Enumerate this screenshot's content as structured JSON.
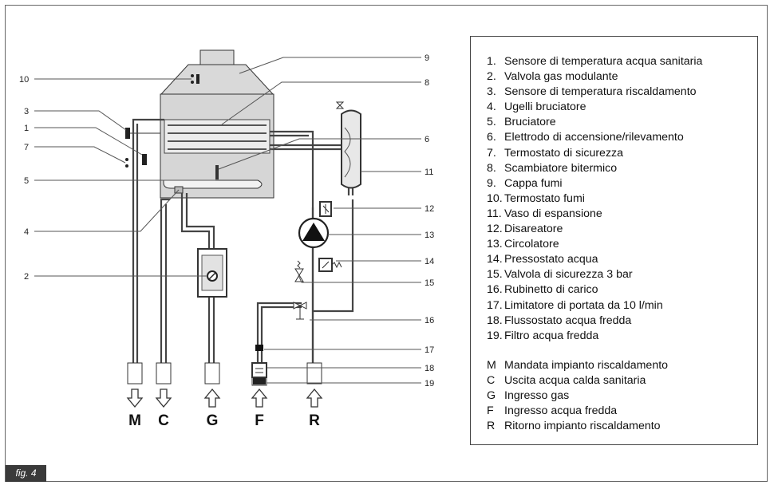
{
  "figure": {
    "tag": "fig. 4"
  },
  "callouts": {
    "c1": "1",
    "c2": "2",
    "c3": "3",
    "c4": "4",
    "c5": "5",
    "c6": "6",
    "c7": "7",
    "c8": "8",
    "c9": "9",
    "c10": "10",
    "c11": "11",
    "c12": "12",
    "c13": "13",
    "c14": "14",
    "c15": "15",
    "c16": "16",
    "c17": "17",
    "c18": "18",
    "c19": "19"
  },
  "connections": {
    "M": "M",
    "C": "C",
    "G": "G",
    "F": "F",
    "R": "R"
  },
  "legend": {
    "items": [
      {
        "num": "1.",
        "text": "Sensore di temperatura acqua sanitaria"
      },
      {
        "num": "2.",
        "text": "Valvola gas modulante"
      },
      {
        "num": "3.",
        "text": "Sensore di temperatura riscaldamento"
      },
      {
        "num": "4.",
        "text": "Ugelli bruciatore"
      },
      {
        "num": "5.",
        "text": "Bruciatore"
      },
      {
        "num": "6.",
        "text": "Elettrodo di accensione/rilevamento"
      },
      {
        "num": "7.",
        "text": "Termostato di sicurezza"
      },
      {
        "num": "8.",
        "text": "Scambiatore bitermico"
      },
      {
        "num": "9.",
        "text": "Cappa fumi"
      },
      {
        "num": "10.",
        "text": "Termostato fumi"
      },
      {
        "num": "11.",
        "text": "Vaso di espansione"
      },
      {
        "num": "12.",
        "text": "Disareatore"
      },
      {
        "num": "13.",
        "text": "Circolatore"
      },
      {
        "num": "14.",
        "text": "Pressostato acqua"
      },
      {
        "num": "15.",
        "text": "Valvola di sicurezza 3 bar"
      },
      {
        "num": "16.",
        "text": "Rubinetto di carico"
      },
      {
        "num": "17.",
        "text": "Limitatore di portata da 10 l/min"
      },
      {
        "num": "18.",
        "text": "Flussostato acqua fredda"
      },
      {
        "num": "19.",
        "text": "Filtro acqua fredda"
      }
    ],
    "connections": [
      {
        "num": "M",
        "text": "Mandata impianto riscaldamento"
      },
      {
        "num": "C",
        "text": "Uscita acqua calda sanitaria"
      },
      {
        "num": "G",
        "text": "Ingresso gas"
      },
      {
        "num": "F",
        "text": "Ingresso acqua fredda"
      },
      {
        "num": "R",
        "text": "Ritorno impianto riscaldamento"
      }
    ]
  }
}
